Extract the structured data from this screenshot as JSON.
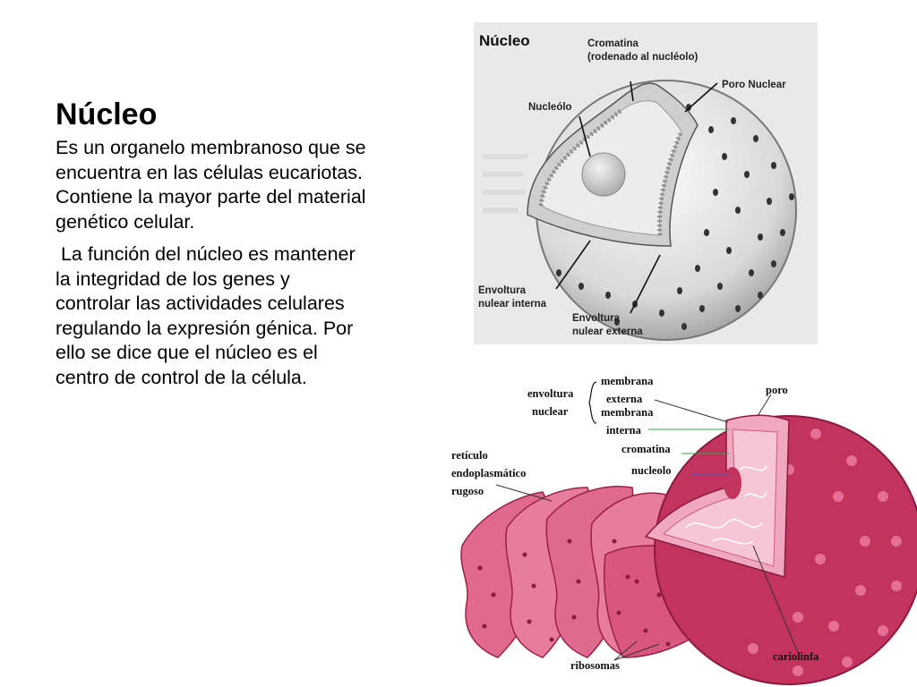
{
  "slide": {
    "title": "Núcleo",
    "paragraph1": [
      "Es un organelo  membranoso que se",
      "encuentra en las células eucariotas.",
      "Contiene la mayor parte del material",
      "genético celular."
    ],
    "paragraph2": [
      " La función del núcleo es mantener",
      "la integridad de los genes y",
      "controlar las actividades celulares",
      "regulando la expresión génica. Por",
      "ello se dice que el núcleo es el",
      "centro de control de la célula."
    ]
  },
  "figure_top": {
    "title": "Núcleo",
    "cromatina": "Cromatina",
    "cromatina_sub": "(rodenado al nucléolo)",
    "poro": "Poro Nuclear",
    "nucleolo": "Nucleólo",
    "env_int_1": "Envoltura",
    "env_int_2": "nulear interna",
    "env_ext_1": "Envoltura",
    "env_ext_2": "nulear externa"
  },
  "figure_bottom": {
    "envoltura": "envoltura",
    "nuclear": "nuclear",
    "membrana1": "membrana",
    "externa": "externa",
    "membrana2": "membrana",
    "interna": "interna",
    "poro": "poro",
    "cromatina": "cromatina",
    "nucleolo": "nucleolo",
    "reticulo": "retículo",
    "endoplasmatico": "endoplasmático",
    "rugoso": "rugoso",
    "ribosomas": "ribosomas",
    "cariolinfa": "cariolinfa"
  },
  "colors": {
    "pink_dark": "#c2345e",
    "pink_mid": "#e06a8e",
    "pink_light": "#f2b3c8",
    "gray_bg": "#e8e8e8"
  }
}
